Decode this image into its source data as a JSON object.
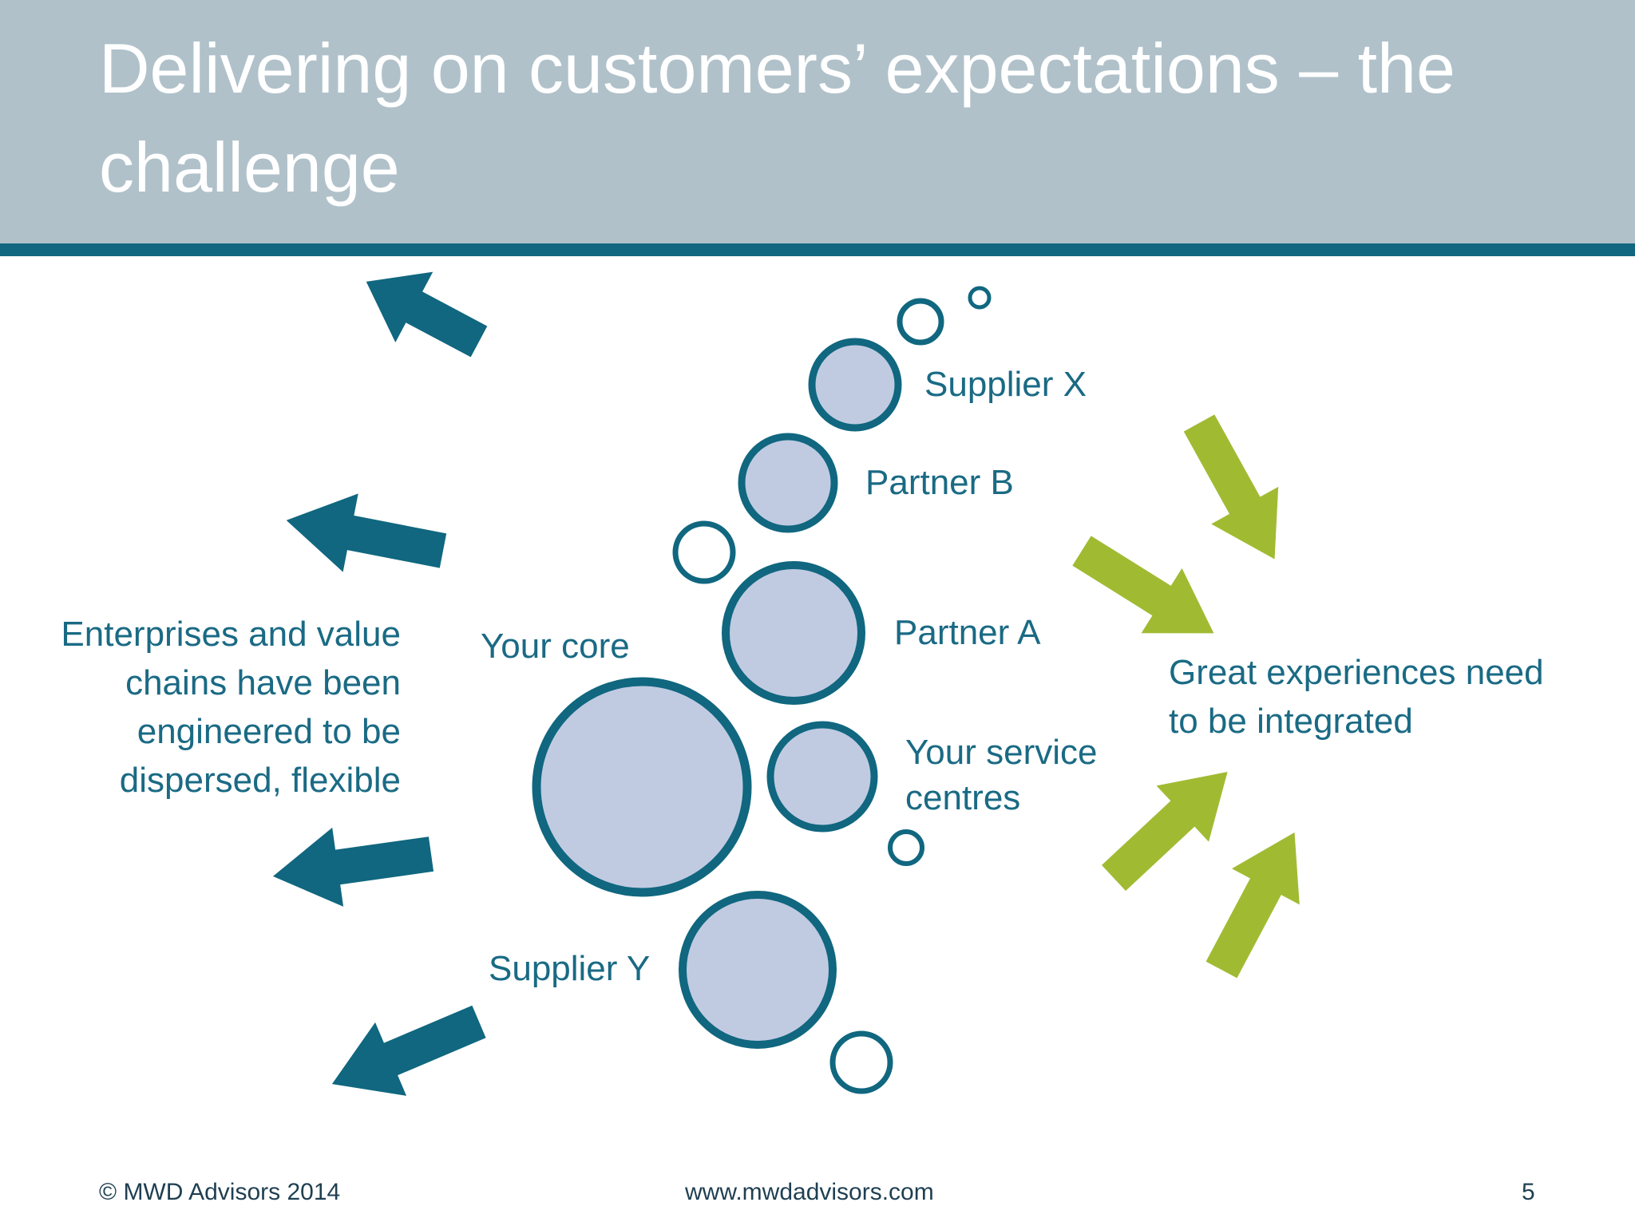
{
  "slide": {
    "title": "Delivering on customers’ expectations – the challenge"
  },
  "colors": {
    "header_bg": "#b0c1ca",
    "accent_teal": "#10677f",
    "bubble_fill": "#c0cbe2",
    "green_arrow": "#a0bb32"
  },
  "labels": {
    "supplier_x": "Supplier X",
    "partner_b": "Partner B",
    "partner_a": "Partner A",
    "your_core": "Your core",
    "your_service_centres_line1": "Your service",
    "your_service_centres_line2": "centres",
    "supplier_y": "Supplier Y"
  },
  "left_text": {
    "line1": "Enterprises and value",
    "line2": "chains have been",
    "line3": "engineered to be",
    "line4": "dispersed, flexible"
  },
  "right_text": {
    "line1": "Great experiences need",
    "line2": "to be integrated"
  },
  "footer": {
    "copyright": "© MWD Advisors 2014",
    "website": "www.mwdadvisors.com",
    "page_number": "5"
  }
}
